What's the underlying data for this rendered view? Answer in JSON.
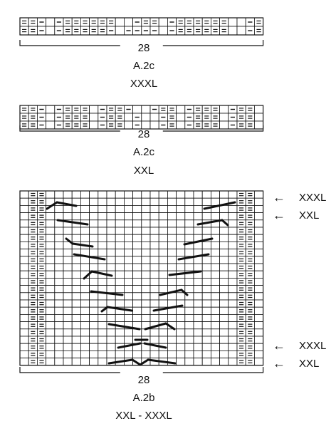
{
  "charts": [
    {
      "id": "a2c-xxxl",
      "rows": [
        "==- -======  -== -======  -==",
        "==- -=====- ---- -======  -=="
      ],
      "stitch_count": "28",
      "chart_name": "A.2c",
      "size": "XXXL"
    },
    {
      "id": "a2c-xxl",
      "rows": [
        "==- -=== -==-  -== -=== -== ",
        "==- -=== -== -  -= -=== -== ",
        "==- -=== -== -  -= -=== -== "
      ],
      "stitch_count": "28",
      "chart_name": "A.2c",
      "size": "XXL"
    },
    {
      "id": "a2b",
      "stitch_count": "28",
      "chart_name": "A.2b",
      "size": "XXL - XXXL",
      "row_markers": [
        {
          "label": "XXXL",
          "row": 1
        },
        {
          "label": "XXL",
          "row": 3
        },
        {
          "label": "XXXL",
          "row": 22
        },
        {
          "label": "XXL",
          "row": 24
        }
      ]
    }
  ],
  "symbols": {
    "purl": "-",
    "arrow": "←"
  }
}
